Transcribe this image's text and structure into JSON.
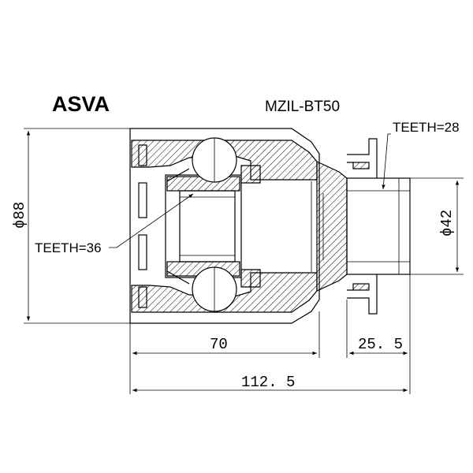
{
  "brand": "ASVA",
  "part_number": "MZIL-BT50",
  "labels": {
    "outer_teeth": "TEETH=28",
    "inner_teeth": "TEETH=36"
  },
  "dimensions": {
    "outer_diameter": "ϕ88",
    "shaft_diameter": "ϕ42",
    "housing_length": "70",
    "shaft_length": "25. 5",
    "overall_length": "112. 5"
  }
}
